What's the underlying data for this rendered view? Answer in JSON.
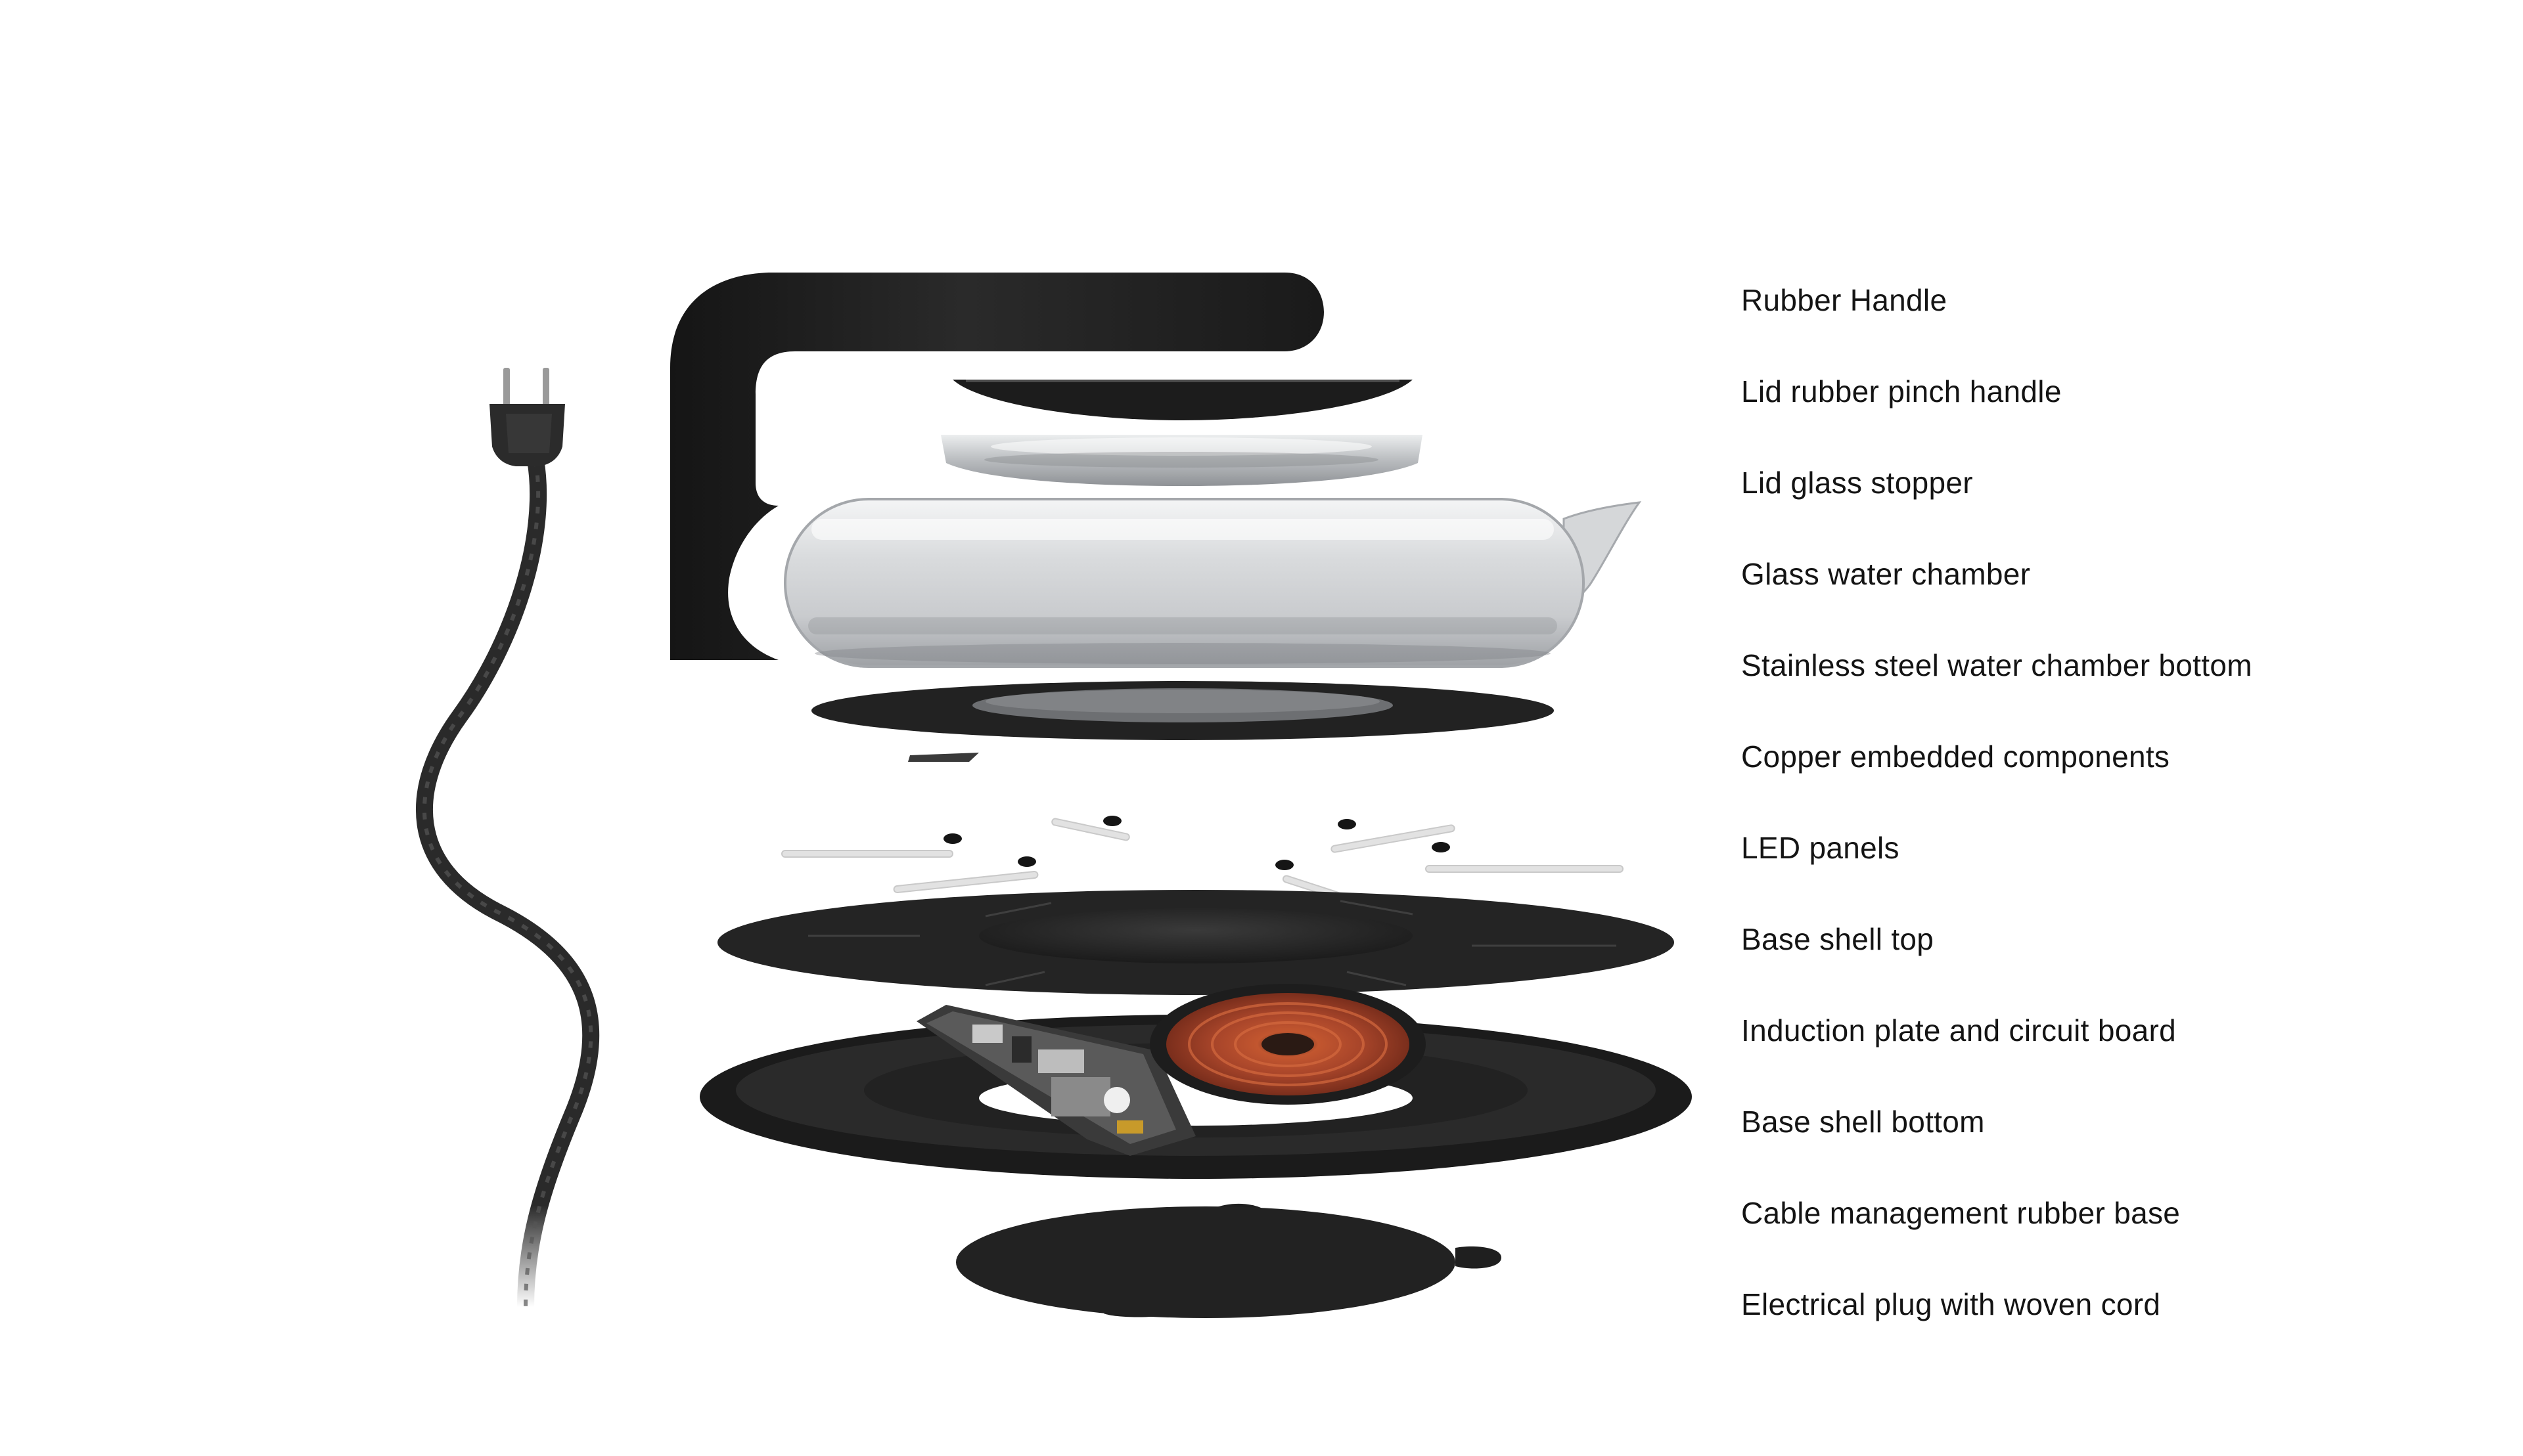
{
  "diagram": {
    "type": "exploded-view",
    "parts": [
      {
        "name": "rubber-handle",
        "label": "Rubber Handle"
      },
      {
        "name": "lid-rubber-pinch-handle",
        "label": "Lid rubber pinch handle"
      },
      {
        "name": "lid-glass-stopper",
        "label": "Lid glass stopper"
      },
      {
        "name": "glass-water-chamber",
        "label": "Glass water chamber"
      },
      {
        "name": "stainless-steel-water-chamber-bottom",
        "label": "Stainless steel water chamber bottom"
      },
      {
        "name": "copper-embedded-components",
        "label": "Copper embedded components"
      },
      {
        "name": "led-panels",
        "label": "LED panels"
      },
      {
        "name": "base-shell-top",
        "label": "Base shell top"
      },
      {
        "name": "induction-plate-and-circuit-board",
        "label": "Induction plate and circuit board"
      },
      {
        "name": "base-shell-bottom",
        "label": "Base shell bottom"
      },
      {
        "name": "cable-management-rubber-base",
        "label": "Cable management rubber base"
      },
      {
        "name": "electrical-plug-with-woven-cord",
        "label": "Electrical plug with woven cord"
      }
    ]
  },
  "colors": {
    "background": "#ffffff",
    "rubber": "#1f1f1f",
    "glass": "#d8dadc",
    "copper": "#b0472a",
    "text": "#141414"
  }
}
